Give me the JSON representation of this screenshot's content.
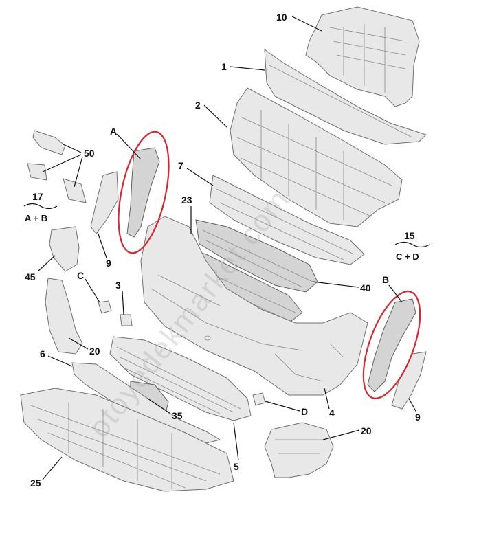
{
  "diagram": {
    "callouts": [
      {
        "id": "p10",
        "text": "10"
      },
      {
        "id": "p1",
        "text": "1"
      },
      {
        "id": "p2",
        "text": "2"
      },
      {
        "id": "pA",
        "text": "A"
      },
      {
        "id": "p50",
        "text": "50"
      },
      {
        "id": "p7",
        "text": "7"
      },
      {
        "id": "p23",
        "text": "23"
      },
      {
        "id": "p9l",
        "text": "9"
      },
      {
        "id": "p45",
        "text": "45"
      },
      {
        "id": "pC",
        "text": "C"
      },
      {
        "id": "p3",
        "text": "3"
      },
      {
        "id": "p40",
        "text": "40"
      },
      {
        "id": "pB",
        "text": "B"
      },
      {
        "id": "p20l",
        "text": "20"
      },
      {
        "id": "p6",
        "text": "6"
      },
      {
        "id": "p35",
        "text": "35"
      },
      {
        "id": "pD",
        "text": "D"
      },
      {
        "id": "p4",
        "text": "4"
      },
      {
        "id": "p9r",
        "text": "9"
      },
      {
        "id": "p20r",
        "text": "20"
      },
      {
        "id": "p5",
        "text": "5"
      },
      {
        "id": "p25",
        "text": "25"
      }
    ],
    "groups": [
      {
        "id": "g17",
        "number": "17",
        "members": "A + B"
      },
      {
        "id": "g15",
        "number": "15",
        "members": "C + D"
      }
    ],
    "watermark": "otoyedekmarket.com",
    "highlight_color": "#d9262e",
    "line_color": "#111111",
    "part_fill": "#e8e8e8"
  }
}
